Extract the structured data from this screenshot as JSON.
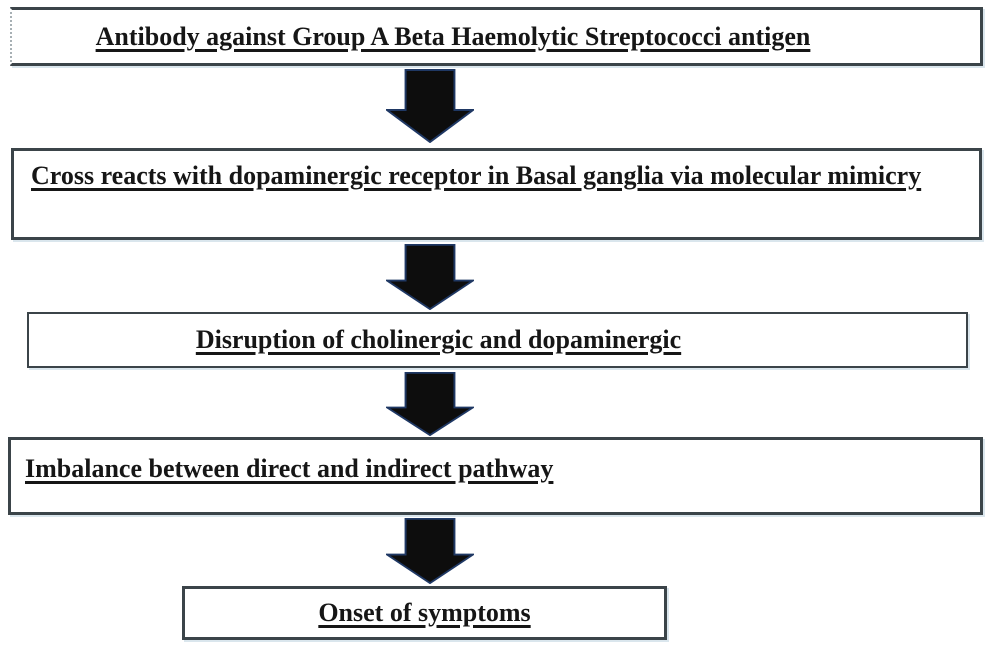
{
  "figure": {
    "type": "flowchart",
    "background": "#ffffff",
    "box_border_color": "#3b4449",
    "text_color": "#161616",
    "arrow_fill": "#0d0d0d",
    "arrow_outline": "#1f3864"
  },
  "flowchart": {
    "direction": "top-down",
    "connector": "block-down-arrow",
    "nodes": [
      {
        "label": "Antibody against Group A Beta Haemolytic Streptococci antigen"
      },
      {
        "label": "Cross reacts with dopaminergic receptor in Basal ganglia via molecular mimicry"
      },
      {
        "label": "Disruption of cholinergic and dopaminergic"
      },
      {
        "label": "Imbalance between direct and indirect pathway"
      },
      {
        "label": "Onset of symptoms"
      }
    ]
  }
}
